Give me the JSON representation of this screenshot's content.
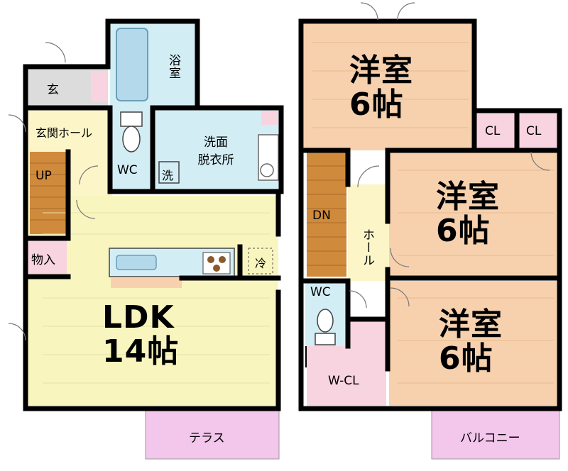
{
  "floor1": {
    "genkan": "玄",
    "bath": "浴室",
    "entrance_hall": "玄関ホール",
    "wc": "WC",
    "washroom": "洗面\n脱衣所",
    "washer": "洗",
    "stairs_up": "UP",
    "storage": "物入",
    "fridge": "冷",
    "ldk": "LDK\n14帖",
    "terrace": "テラス"
  },
  "floor2": {
    "room_top": "洋室\n6帖",
    "room_mid": "洋室\n6帖",
    "room_bottom": "洋室\n6帖",
    "closet_1": "CL",
    "closet_2": "CL",
    "stairs_down": "DN",
    "hall": "ホール",
    "wc": "WC",
    "walk_in_closet": "W-CL",
    "balcony": "バルコニー"
  },
  "colors": {
    "wall": "#000000",
    "ldk_floor": "#f8f5bf",
    "hall_floor": "#fbf5c8",
    "wet_area": "#d3edf5",
    "bedroom_floor": "#f7d1ae",
    "closet": "#f8d3e0",
    "stairs": "#d08a3c",
    "entry_tile": "#dcdcdc",
    "terrace": "#f3c6eb"
  }
}
